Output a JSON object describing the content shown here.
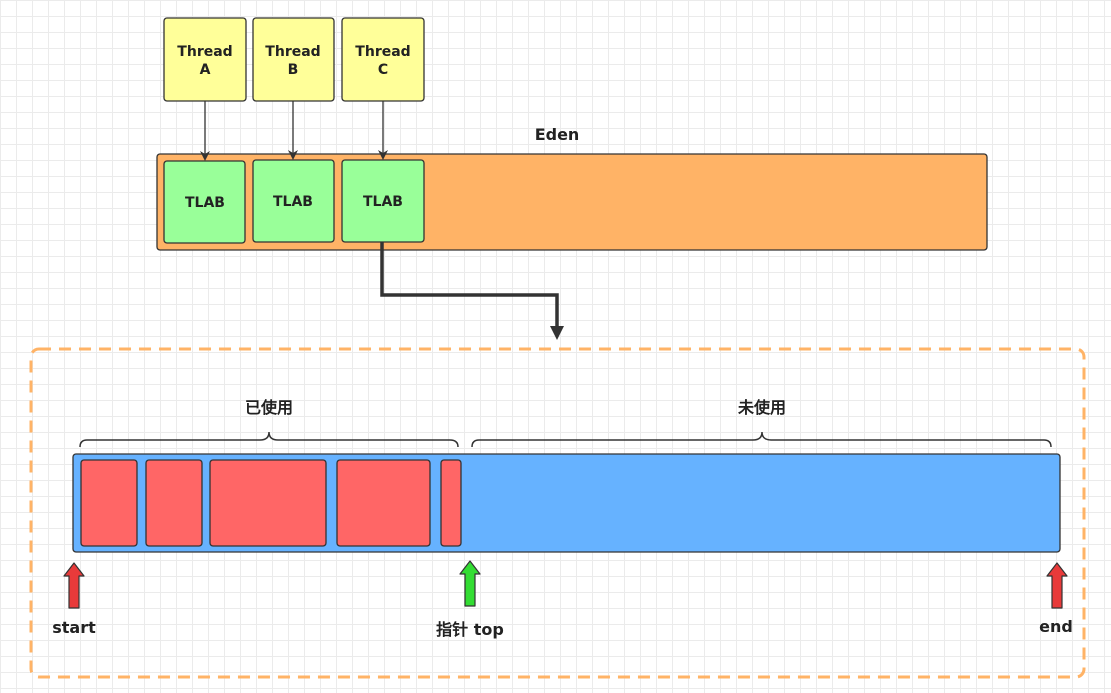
{
  "threads": [
    {
      "line1": "Thread",
      "line2": "A"
    },
    {
      "line1": "Thread",
      "line2": "B"
    },
    {
      "line1": "Thread",
      "line2": "C"
    }
  ],
  "eden": {
    "label": "Eden",
    "tlab_label": "TLAB"
  },
  "tlab_detail": {
    "used_label": "已使用",
    "unused_label": "未使用",
    "start_label": "start",
    "top_label": "指针 top",
    "end_label": "end"
  },
  "colors": {
    "thread_fill": "#ffff99",
    "eden_fill": "#ffb366",
    "tlab_fill": "#99ff99",
    "used_block_fill": "#ff6666",
    "unused_fill": "#66b2ff",
    "dashed_border": "#ffb366",
    "start_end_arrow": "#e83a3a",
    "top_arrow": "#33dd33"
  }
}
